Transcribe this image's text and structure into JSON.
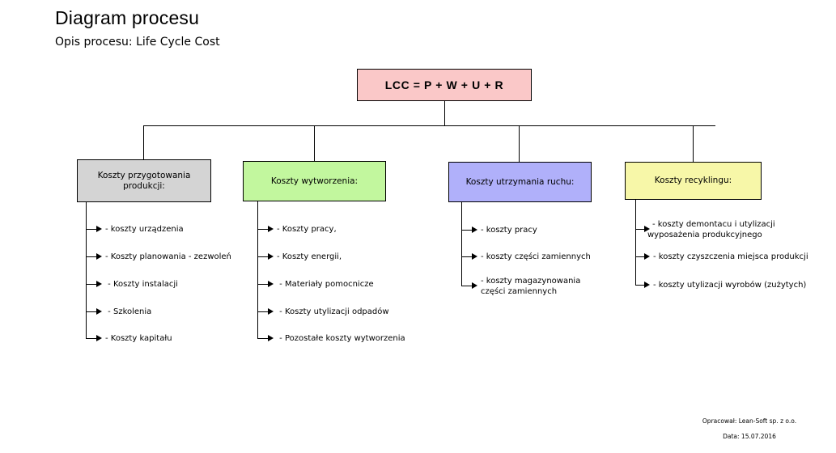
{
  "header": {
    "title": "Diagram procesu",
    "subtitle": "Opis procesu: Life Cycle Cost"
  },
  "colors": {
    "root_fill": "#fac8c8",
    "cat1_fill": "#d4d4d4",
    "cat2_fill": "#c2f79e",
    "cat3_fill": "#b0b0fa",
    "cat4_fill": "#f7f7a8",
    "stroke": "#000000",
    "background": "#ffffff"
  },
  "root": {
    "label": "LCC = P + W + U + R"
  },
  "categories": [
    {
      "id": "przygotowanie",
      "label": "Koszty przygotowania produkcji:",
      "fill": "#d4d4d4",
      "items": [
        {
          "lines": [
            "- koszty urządzenia"
          ]
        },
        {
          "lines": [
            "- Koszty planowania - zezwoleń"
          ]
        },
        {
          "lines": [
            " - Koszty instalacji"
          ]
        },
        {
          "lines": [
            " - Szkolenia"
          ]
        },
        {
          "lines": [
            "- Koszty kapitału"
          ]
        }
      ]
    },
    {
      "id": "wytworzenie",
      "label": "Koszty wytworzenia:",
      "fill": "#c2f79e",
      "items": [
        {
          "lines": [
            "- Koszty pracy,"
          ]
        },
        {
          "lines": [
            "- Koszty energii,"
          ]
        },
        {
          "lines": [
            " - Materiały pomocnicze"
          ]
        },
        {
          "lines": [
            " - Koszty utylizacji odpadów"
          ]
        },
        {
          "lines": [
            " - Pozostałe koszty wytworzenia"
          ]
        }
      ]
    },
    {
      "id": "utrzymanie",
      "label": "Koszty utrzymania ruchu:",
      "fill": "#b0b0fa",
      "items": [
        {
          "lines": [
            "- koszty pracy"
          ]
        },
        {
          "lines": [
            "- koszty części zamiennych"
          ]
        },
        {
          "lines": [
            "- koszty magazynowania",
            "części zamiennych"
          ]
        }
      ]
    },
    {
      "id": "recykling",
      "label": "Koszty recyklingu:",
      "fill": "#f7f7a8",
      "items": [
        {
          "lines": [
            "- koszty demontacu i utylizacji",
            "wyposażenia produkcyjnego"
          ]
        },
        {
          "lines": [
            "- koszty czyszczenia miejsca produkcji"
          ]
        },
        {
          "lines": [
            "- koszty utylizacji wyrobów (zużytych)"
          ]
        }
      ]
    }
  ],
  "footer": {
    "author": "Opracował: Lean-Soft sp. z o.o.",
    "date": "Data: 15.07.2016"
  }
}
